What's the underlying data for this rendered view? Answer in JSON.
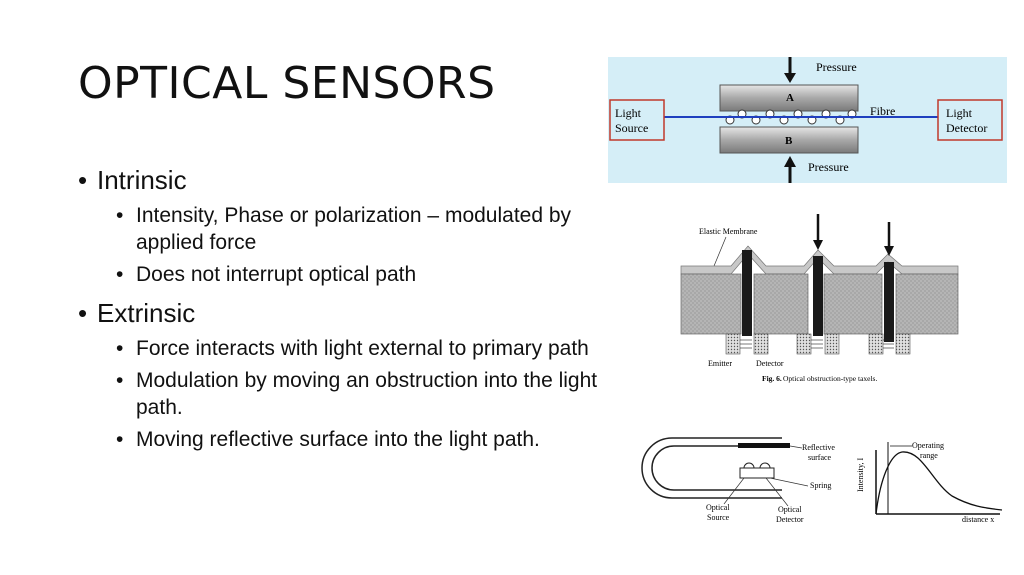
{
  "slide": {
    "title": "OPTICAL SENSORS",
    "sections": [
      {
        "label": "Intrinsic",
        "items": [
          "Intensity, Phase or polarization – modulated by applied force",
          "Does not interrupt optical path"
        ]
      },
      {
        "label": "Extrinsic",
        "items": [
          "Force interacts with light external to primary path",
          "Modulation by moving an obstruction into the light path.",
          "Moving reflective surface into the light path."
        ]
      }
    ]
  },
  "figures": {
    "fibre": {
      "pressure_top": "Pressure",
      "pressure_bottom": "Pressure",
      "plate_a": "A",
      "plate_b": "B",
      "fibre": "Fibre",
      "source_line1": "Light",
      "source_line2": "Source",
      "detector_line1": "Light",
      "detector_line2": "Detector"
    },
    "taxel": {
      "membrane": "Elastic Membrane",
      "emitter": "Emitter",
      "detector": "Detector",
      "caption_bold": "Fig. 6.",
      "caption_text": "Optical obstruction-type taxels."
    },
    "reflective": {
      "reflective_line1": "Reflective",
      "reflective_line2": "surface",
      "spring": "Spring",
      "source_line1": "Optical",
      "source_line2": "Source",
      "detector_line1": "Optical",
      "detector_line2": "Detector",
      "y_axis": "Intensity, I",
      "x_axis": "distance x",
      "range_line1": "Operating",
      "range_line2": "range"
    }
  },
  "colors": {
    "fibre_bg": "#d5eef7",
    "fibre_line": "#1f3fbf",
    "box_border": "#c0392b",
    "plate_grey": "#b8b8b8",
    "hatch_grey": "#a9a9a9"
  }
}
